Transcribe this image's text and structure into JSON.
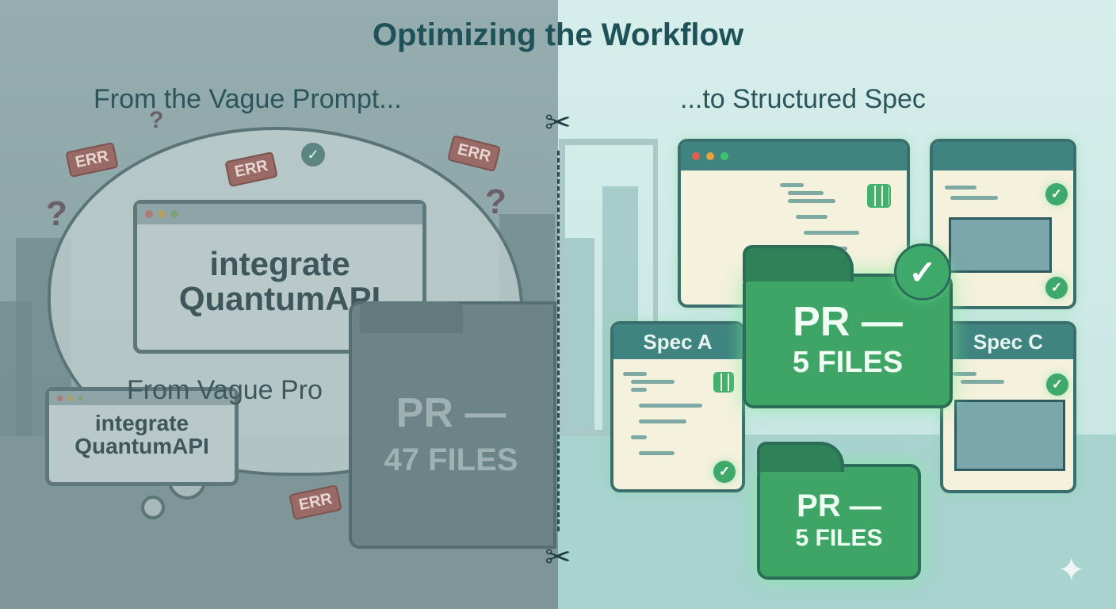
{
  "title": "Optimizing the Workflow",
  "left": {
    "subtitle": "From the Vague Prompt...",
    "prompt_main": "integrate QuantumAPI",
    "echo_heading": "From Vague Pro",
    "prompt_small": "integrate QuantumAPI",
    "error_badges": [
      "ERR",
      "ERR",
      "ERR",
      "ERR"
    ],
    "question_mark": "?",
    "folder_line1": "PR —",
    "folder_line2": "47 FILES"
  },
  "right": {
    "subtitle": "...to Structured Spec",
    "spec_a": "Spec A",
    "spec_c": "Spec C",
    "folder_main_line1": "PR —",
    "folder_main_line2": "5 FILES",
    "folder_bottom_line1": "PR —",
    "folder_bottom_line2": "5 FILES"
  },
  "divider": {
    "icon": "scissors-icon"
  },
  "colors": {
    "accent_green": "#3ea567",
    "teal": "#3f8480",
    "error": "#9a6a66",
    "title": "#1f5158"
  }
}
